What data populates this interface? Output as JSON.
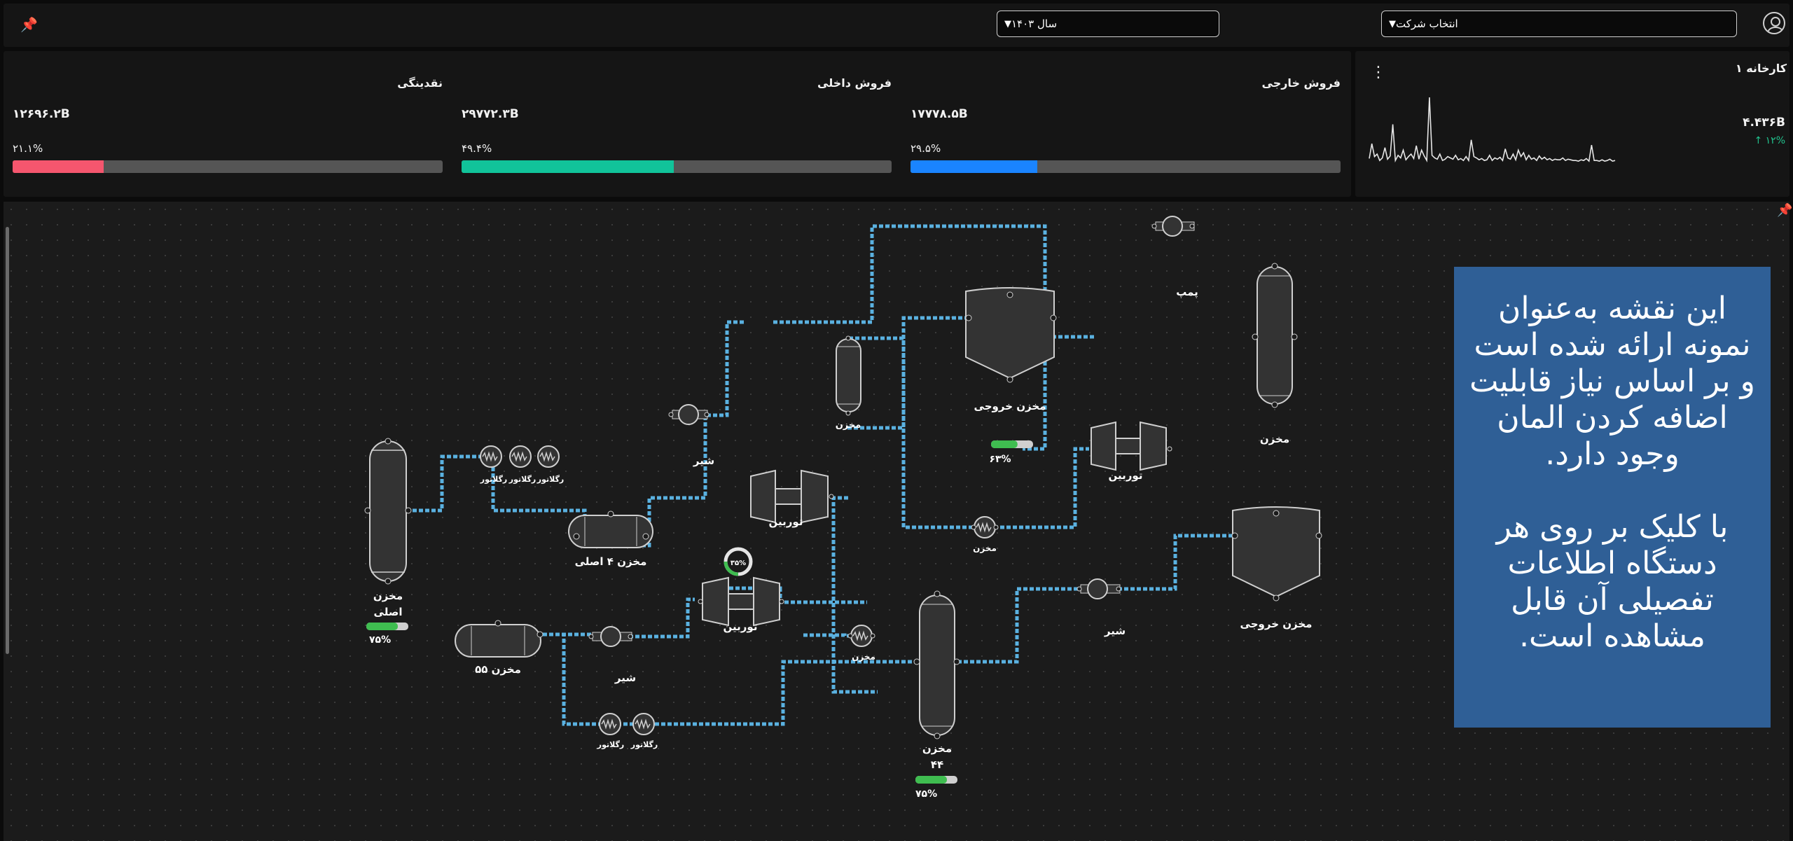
{
  "topbar": {
    "company_select": "انتخاب شرکت",
    "year_select": "سال ۱۴۰۳"
  },
  "kpis": [
    {
      "title": "فروش خارجی",
      "value": "۱۷۷۷۸.۵B",
      "percent_label": "۲۹.۵%",
      "percent": 29.5,
      "color": "#1a84ff"
    },
    {
      "title": "فروش داخلی",
      "value": "۲۹۷۷۲.۳B",
      "percent_label": "۴۹.۴%",
      "percent": 49.4,
      "color": "#11c39a"
    },
    {
      "title": "نقدینگی",
      "value": "۱۲۶۹۶.۲B",
      "percent_label": "۲۱.۱%",
      "percent": 21.1,
      "color": "#f5566e"
    }
  ],
  "factory": {
    "title": "کارخانه ۱",
    "value": "۴.۴۳۶B",
    "change": "↑ ۱۲%",
    "sparkline": [
      5,
      28,
      8,
      12,
      2,
      6,
      22,
      4,
      9,
      58,
      2,
      10,
      6,
      18,
      3,
      8,
      12,
      5,
      25,
      4,
      18,
      9,
      2,
      100,
      10,
      6,
      4,
      12,
      2,
      4,
      8,
      6,
      4,
      10,
      3,
      5,
      2,
      8,
      2,
      34,
      8,
      6,
      3,
      5,
      2,
      3,
      10,
      2,
      6,
      4,
      7,
      2,
      20,
      6,
      4,
      12,
      3,
      18,
      8,
      14,
      3,
      10,
      4,
      6,
      2,
      9,
      4,
      7,
      3,
      5,
      2,
      4,
      3,
      3,
      6,
      2,
      4,
      3,
      2,
      2,
      1,
      3,
      2,
      5,
      1,
      26,
      2,
      2,
      1,
      3,
      1,
      2,
      4,
      1,
      2
    ]
  },
  "info_box": {
    "line1": "این نقشه به‌عنوان نمونه ارائه شده است و بر اساس نیاز قابلیت اضافه کردن المان وجود دارد.",
    "line2": "با کلیک بر روی هر دستگاه اطلاعات تفصیلی آن قابل مشاهده است."
  },
  "diagram": {
    "tank_main": {
      "label1": "مخزن",
      "label2": "اصلی",
      "level_label": "۷۵%",
      "level": 75
    },
    "regulator_label": "رگلاتور",
    "tank_h_main": "مخزن ۴ اصلی",
    "valve_label": "شیر",
    "turbine_label": "توربین",
    "spinner_label": "۳۵%",
    "tank_55": "مخزن ۵۵",
    "tank_small_label": "مخزن",
    "output_tank": {
      "label": "مخزن خروجی",
      "level_label": "۶۳%",
      "level": 63
    },
    "pump_label": "پمپ",
    "tank_right": "مخزن",
    "tank_44": {
      "label1": "مخزن",
      "label2": "۴۴",
      "level_label": "۷۵%",
      "level": 75
    },
    "output_tank2": "مخزن خروجی"
  }
}
